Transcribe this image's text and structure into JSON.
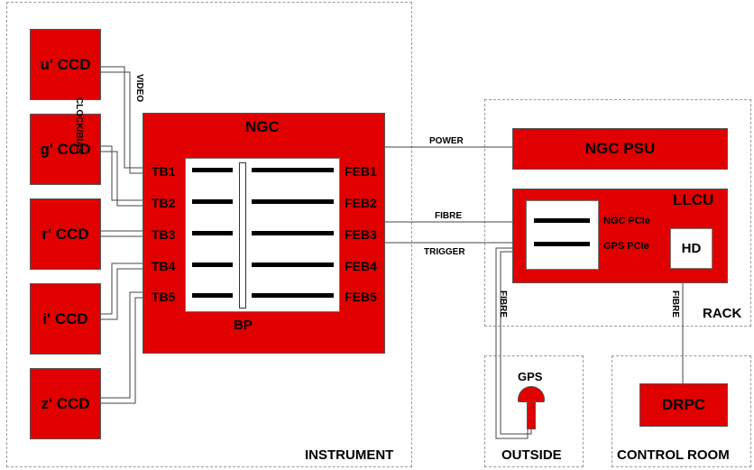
{
  "regions": {
    "instrument": "INSTRUMENT",
    "rack": "RACK",
    "outside": "OUTSIDE",
    "control_room": "CONTROL ROOM"
  },
  "ccds": [
    "u' CCD",
    "g' CCD",
    "r' CCD",
    "i' CCD",
    "z' CCD"
  ],
  "ccd_cable_labels": {
    "clock_bias": "CLOCK/BIAS",
    "video": "VIDEO"
  },
  "ngc": {
    "title": "NGC",
    "backplane": "BP",
    "tb": [
      "TB1",
      "TB2",
      "TB3",
      "TB4",
      "TB5"
    ],
    "feb": [
      "FEB1",
      "FEB2",
      "FEB3",
      "FEB4",
      "FEB5"
    ]
  },
  "links": {
    "power": "POWER",
    "fibre": "FIBRE",
    "trigger": "TRIGGER",
    "fibre_gps": "FIBRE",
    "fibre_drpc": "FIBRE"
  },
  "psu": "NGC PSU",
  "llcu": {
    "title": "LLCU",
    "ngc_pcie": "NGC PCIe",
    "gps_pcie": "GPS PCIe",
    "hd": "HD"
  },
  "gps": "GPS",
  "drpc": "DRPC",
  "colors": {
    "box": "#e00000",
    "region_border": "#9a9a9a"
  }
}
